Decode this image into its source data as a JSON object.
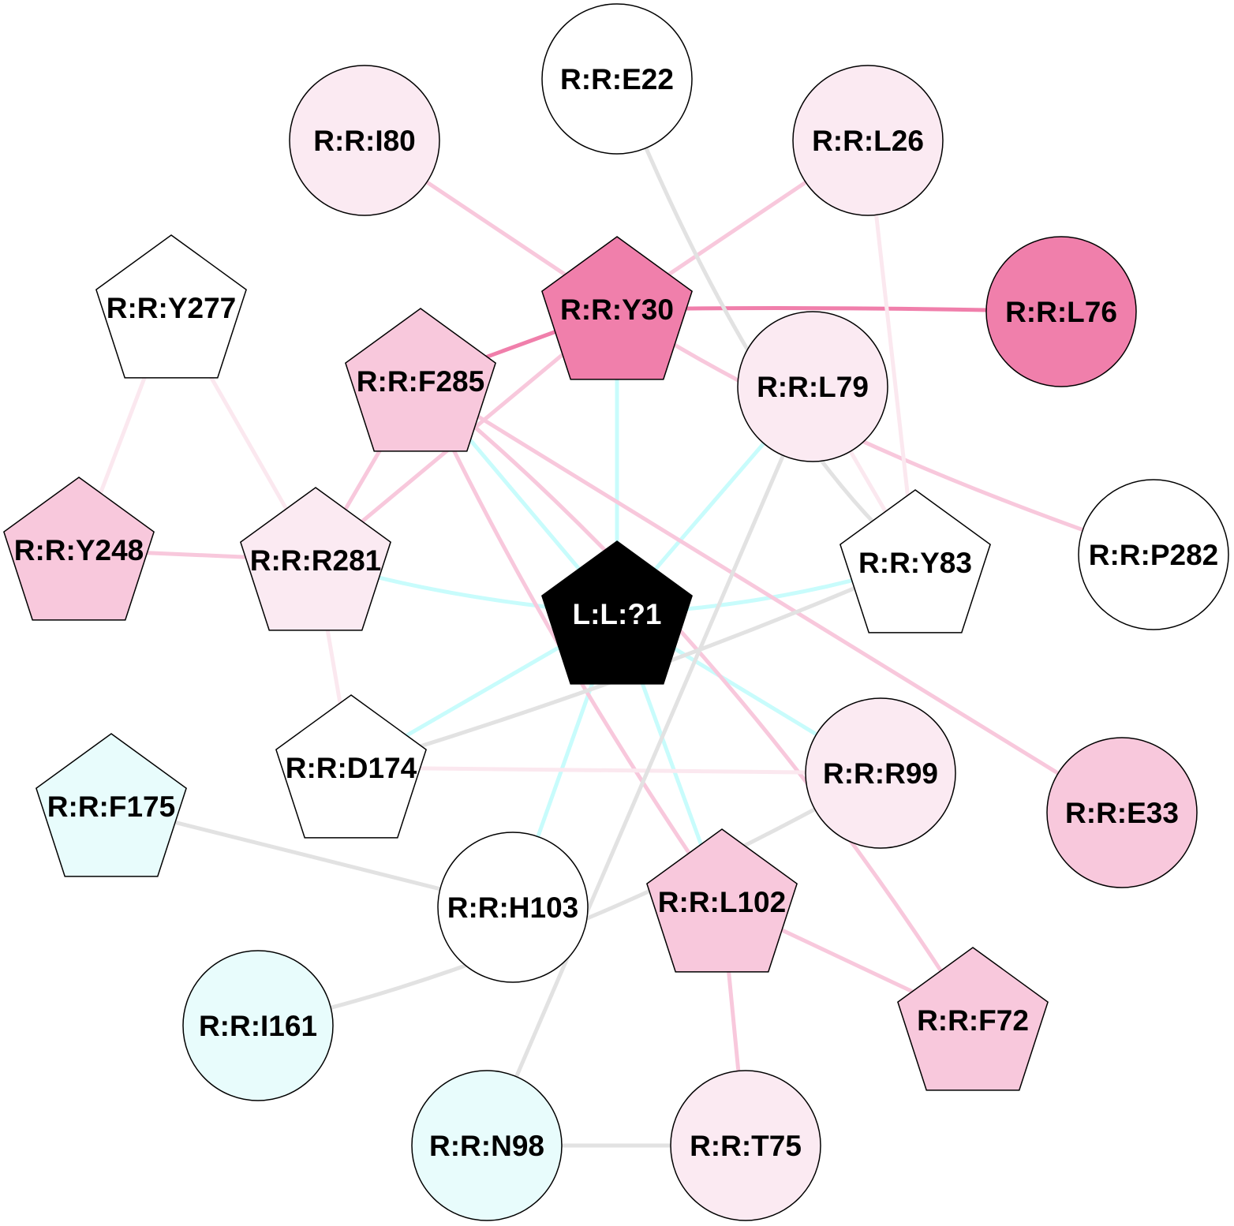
{
  "colors": {
    "white": "#ffffff",
    "light_pink": "#fbeaf2",
    "pink": "#f8c8dc",
    "hot_pink": "#f07fab",
    "light_cyan": "#e8fcfc",
    "black": "#000000",
    "edge_cyan": "#c8fcfc",
    "edge_grey": "#e2e2e2",
    "edge_pink": "#f8c8dc",
    "edge_light_pink": "#fbe8ef",
    "edge_hot_pink": "#f07fab"
  },
  "nodes": [
    {
      "id": "L:L:?1",
      "label": "L:L:?1",
      "shape": "pentagon",
      "fill": "black",
      "text": "white"
    },
    {
      "id": "R:R:E22",
      "label": "R:R:E22",
      "shape": "circle",
      "fill": "white"
    },
    {
      "id": "R:R:I80",
      "label": "R:R:I80",
      "shape": "circle",
      "fill": "light_pink"
    },
    {
      "id": "R:R:L26",
      "label": "R:R:L26",
      "shape": "circle",
      "fill": "light_pink"
    },
    {
      "id": "R:R:Y277",
      "label": "R:R:Y277",
      "shape": "pentagon",
      "fill": "white"
    },
    {
      "id": "R:R:Y30",
      "label": "R:R:Y30",
      "shape": "pentagon",
      "fill": "hot_pink"
    },
    {
      "id": "R:R:L76",
      "label": "R:R:L76",
      "shape": "circle",
      "fill": "hot_pink"
    },
    {
      "id": "R:R:F285",
      "label": "R:R:F285",
      "shape": "pentagon",
      "fill": "pink"
    },
    {
      "id": "R:R:L79",
      "label": "R:R:L79",
      "shape": "circle",
      "fill": "light_pink"
    },
    {
      "id": "R:R:Y248",
      "label": "R:R:Y248",
      "shape": "pentagon",
      "fill": "pink"
    },
    {
      "id": "R:R:R281",
      "label": "R:R:R281",
      "shape": "pentagon",
      "fill": "light_pink"
    },
    {
      "id": "R:R:Y83",
      "label": "R:R:Y83",
      "shape": "pentagon",
      "fill": "white"
    },
    {
      "id": "R:R:P282",
      "label": "R:R:P282",
      "shape": "circle",
      "fill": "white"
    },
    {
      "id": "R:R:D174",
      "label": "R:R:D174",
      "shape": "pentagon",
      "fill": "white"
    },
    {
      "id": "R:R:R99",
      "label": "R:R:R99",
      "shape": "circle",
      "fill": "light_pink"
    },
    {
      "id": "R:R:E33",
      "label": "R:R:E33",
      "shape": "circle",
      "fill": "pink"
    },
    {
      "id": "R:R:F175",
      "label": "R:R:F175",
      "shape": "pentagon",
      "fill": "light_cyan"
    },
    {
      "id": "R:R:H103",
      "label": "R:R:H103",
      "shape": "circle",
      "fill": "white"
    },
    {
      "id": "R:R:L102",
      "label": "R:R:L102",
      "shape": "pentagon",
      "fill": "pink"
    },
    {
      "id": "R:R:I161",
      "label": "R:R:I161",
      "shape": "circle",
      "fill": "light_cyan"
    },
    {
      "id": "R:R:F72",
      "label": "R:R:F72",
      "shape": "pentagon",
      "fill": "pink"
    },
    {
      "id": "R:R:N98",
      "label": "R:R:N98",
      "shape": "circle",
      "fill": "light_cyan"
    },
    {
      "id": "R:R:T75",
      "label": "R:R:T75",
      "shape": "circle",
      "fill": "light_pink"
    }
  ],
  "edges": [
    {
      "source": "L:L:?1",
      "target": "R:R:Y30",
      "color": "edge_cyan"
    },
    {
      "source": "L:L:?1",
      "target": "R:R:F285",
      "color": "edge_cyan"
    },
    {
      "source": "L:L:?1",
      "target": "R:R:R281",
      "color": "edge_cyan"
    },
    {
      "source": "L:L:?1",
      "target": "R:R:L79",
      "color": "edge_cyan"
    },
    {
      "source": "L:L:?1",
      "target": "R:R:Y83",
      "color": "edge_cyan"
    },
    {
      "source": "L:L:?1",
      "target": "R:R:D174",
      "color": "edge_cyan"
    },
    {
      "source": "L:L:?1",
      "target": "R:R:R99",
      "color": "edge_cyan"
    },
    {
      "source": "L:L:?1",
      "target": "R:R:H103",
      "color": "edge_cyan"
    },
    {
      "source": "L:L:?1",
      "target": "R:R:L102",
      "color": "edge_cyan"
    },
    {
      "source": "R:R:Y30",
      "target": "R:R:L76",
      "color": "edge_hot_pink"
    },
    {
      "source": "R:R:Y30",
      "target": "R:R:F285",
      "color": "edge_hot_pink"
    },
    {
      "source": "R:R:Y30",
      "target": "R:R:I80",
      "color": "edge_pink"
    },
    {
      "source": "R:R:Y30",
      "target": "R:R:L26",
      "color": "edge_pink"
    },
    {
      "source": "R:R:Y30",
      "target": "R:R:R281",
      "color": "edge_pink"
    },
    {
      "source": "R:R:Y30",
      "target": "R:R:P282",
      "color": "edge_pink"
    },
    {
      "source": "R:R:E22",
      "target": "R:R:Y83",
      "color": "edge_grey"
    },
    {
      "source": "R:R:L26",
      "target": "R:R:Y83",
      "color": "edge_light_pink"
    },
    {
      "source": "R:R:L79",
      "target": "R:R:Y83",
      "color": "edge_light_pink"
    },
    {
      "source": "R:R:Y277",
      "target": "R:R:Y248",
      "color": "edge_light_pink"
    },
    {
      "source": "R:R:Y277",
      "target": "R:R:R281",
      "color": "edge_light_pink"
    },
    {
      "source": "R:R:F285",
      "target": "R:R:R281",
      "color": "edge_pink"
    },
    {
      "source": "R:R:F285",
      "target": "R:R:L102",
      "color": "edge_pink"
    },
    {
      "source": "R:R:F285",
      "target": "R:R:E33",
      "color": "edge_pink"
    },
    {
      "source": "R:R:F285",
      "target": "R:R:F72",
      "color": "edge_pink"
    },
    {
      "source": "R:R:Y248",
      "target": "R:R:R281",
      "color": "edge_pink"
    },
    {
      "source": "R:R:R281",
      "target": "R:R:D174",
      "color": "edge_light_pink"
    },
    {
      "source": "R:R:D174",
      "target": "R:R:R99",
      "color": "edge_light_pink"
    },
    {
      "source": "R:R:D174",
      "target": "R:R:Y83",
      "color": "edge_grey"
    },
    {
      "source": "R:R:F175",
      "target": "R:R:H103",
      "color": "edge_grey"
    },
    {
      "source": "R:R:R99",
      "target": "R:R:I161",
      "color": "edge_grey"
    },
    {
      "source": "R:R:L79",
      "target": "R:R:N98",
      "color": "edge_grey"
    },
    {
      "source": "R:R:L102",
      "target": "R:R:F72",
      "color": "edge_pink"
    },
    {
      "source": "R:R:L102",
      "target": "R:R:T75",
      "color": "edge_pink"
    },
    {
      "source": "R:R:N98",
      "target": "R:R:T75",
      "color": "edge_grey"
    }
  ]
}
